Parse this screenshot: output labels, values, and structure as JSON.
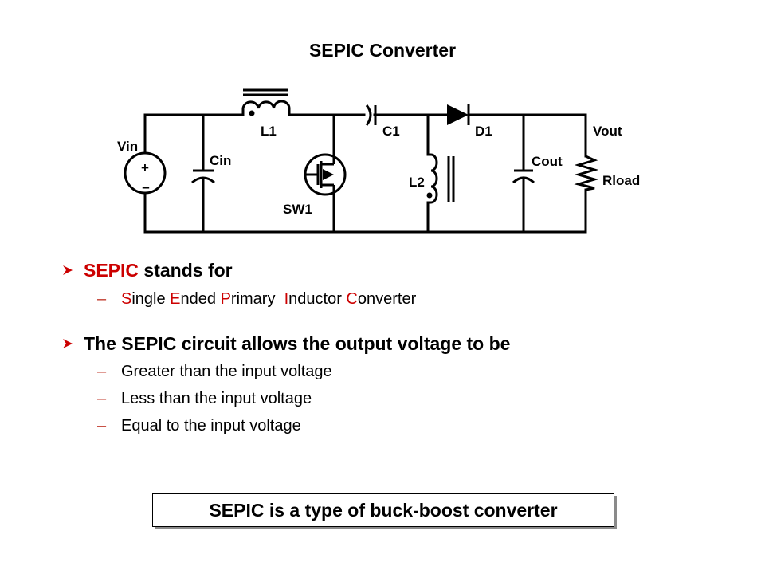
{
  "slide": {
    "title": "SEPIC Converter",
    "schematic": {
      "labels": {
        "vin": "Vin",
        "cin": "Cin",
        "l1": "L1",
        "sw1": "SW1",
        "c1": "C1",
        "l2": "L2",
        "d1": "D1",
        "cout": "Cout",
        "vout": "Vout",
        "rload": "Rload",
        "plus": "+",
        "minus": "–"
      }
    },
    "bullets": [
      {
        "icon": "arrow-bullet-icon",
        "highlight": "SEPIC",
        "text": " stands for",
        "subitems": [
          {
            "parts": [
              {
                "t": "S",
                "red": true
              },
              {
                "t": "ingle ",
                "red": false
              },
              {
                "t": "E",
                "red": true
              },
              {
                "t": "nded ",
                "red": false
              },
              {
                "t": "P",
                "red": true
              },
              {
                "t": "rimary  ",
                "red": false
              },
              {
                "t": "I",
                "red": true
              },
              {
                "t": "nductor ",
                "red": false
              },
              {
                "t": "C",
                "red": true
              },
              {
                "t": "onverter",
                "red": false
              }
            ]
          }
        ]
      },
      {
        "icon": "arrow-bullet-icon",
        "text": "The SEPIC circuit allows the output voltage to be",
        "subitems": [
          {
            "text": "Greater than the input voltage"
          },
          {
            "text": "Less than the input voltage"
          },
          {
            "text": "Equal to the input voltage"
          }
        ]
      }
    ],
    "dash": "–",
    "callout": "SEPIC is a type of buck-boost converter",
    "colors": {
      "accent": "#cc0000",
      "dash": "#c0392b"
    }
  }
}
